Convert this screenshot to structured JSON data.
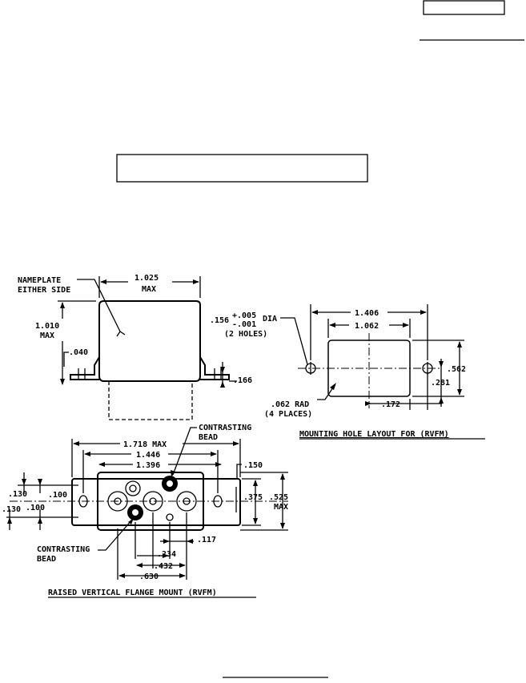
{
  "side_view": {
    "nameplate_label_1": "NAMEPLATE",
    "nameplate_label_2": "EITHER SIDE",
    "width_value": "1.025",
    "width_max": "MAX",
    "height_value": "1.010",
    "height_max": "MAX",
    "flange_thickness": ".040",
    "flange_height": ".166",
    "hole_dia_value": ".156",
    "hole_tol_plus": "+.005",
    "hole_tol_minus": "-.001",
    "hole_dia_suffix": "DIA",
    "hole_count": "(2 HOLES)"
  },
  "mounting_layout": {
    "outer_span": "1.406",
    "inner_span": "1.062",
    "height_value": ".562",
    "half_height": ".281",
    "corner_radius": ".062 RAD",
    "corner_places": "(4 PLACES)",
    "edge_offset": ".172",
    "title": "MOUNTING HOLE LAYOUT FOR (RVFM)"
  },
  "bottom_view": {
    "bead_label_top_1": "CONTRASTING",
    "bead_label_top_2": "BEAD",
    "overall_width": "1.718 MAX",
    "hole_span": "1.446",
    "flange_span": "1.396",
    "flange_offset": ".150",
    "left_dim_1": ".130",
    "left_dim_2": ".100",
    "left_dim_3": ".130",
    "left_dim_4": ".100",
    "height_inner": ".375",
    "height_outer": ".525",
    "height_max": "MAX",
    "pin_offset": ".117",
    "pin_spacing_1": ".234",
    "pin_spacing_2": ".432",
    "pin_spacing_3": ".630",
    "bead_label_bottom_1": "CONTRASTING",
    "bead_label_bottom_2": "BEAD",
    "title": "RAISED VERTICAL FLANGE MOUNT (RVFM)"
  }
}
